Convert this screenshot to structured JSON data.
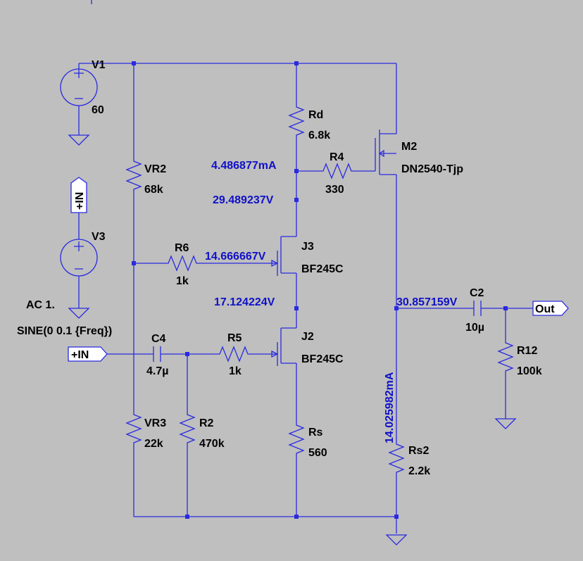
{
  "colors": {
    "background": "#bfbfbf",
    "wire": "#2a2ae0",
    "annotation": "#1010c8",
    "text": "#000000"
  },
  "components": {
    "v1": {
      "name": "V1",
      "value": "60"
    },
    "v3": {
      "name": "V3",
      "ac": "AC 1.",
      "sine": "SINE(0 0.1 {Freq})"
    },
    "vr2": {
      "name": "VR2",
      "value": "68k"
    },
    "vr3": {
      "name": "VR3",
      "value": "22k"
    },
    "rd": {
      "name": "Rd",
      "value": "6.8k"
    },
    "r4": {
      "name": "R4",
      "value": "330"
    },
    "m2": {
      "name": "M2",
      "model": "DN2540-Tjp"
    },
    "r6": {
      "name": "R6",
      "value": "1k"
    },
    "j3": {
      "name": "J3",
      "model": "BF245C"
    },
    "j2": {
      "name": "J2",
      "model": "BF245C"
    },
    "c4": {
      "name": "C4",
      "value": "4.7µ"
    },
    "r5": {
      "name": "R5",
      "value": "1k"
    },
    "r2": {
      "name": "R2",
      "value": "470k"
    },
    "rs": {
      "name": "Rs",
      "value": "560"
    },
    "c2": {
      "name": "C2",
      "value": "10µ"
    },
    "r12": {
      "name": "R12",
      "value": "100k"
    },
    "rs2": {
      "name": "Rs2",
      "value": "2.2k"
    }
  },
  "ports": {
    "in_top": "+IN",
    "in_left": "+IN",
    "out": "Out"
  },
  "annotations": {
    "drain_current": "4.486877mA",
    "j3_drain_voltage": "29.489237V",
    "j3_gate_voltage": "14.666667V",
    "j2_drain_voltage": "17.124224V",
    "output_voltage": "30.857159V",
    "m2_current": "14.025982mA"
  }
}
